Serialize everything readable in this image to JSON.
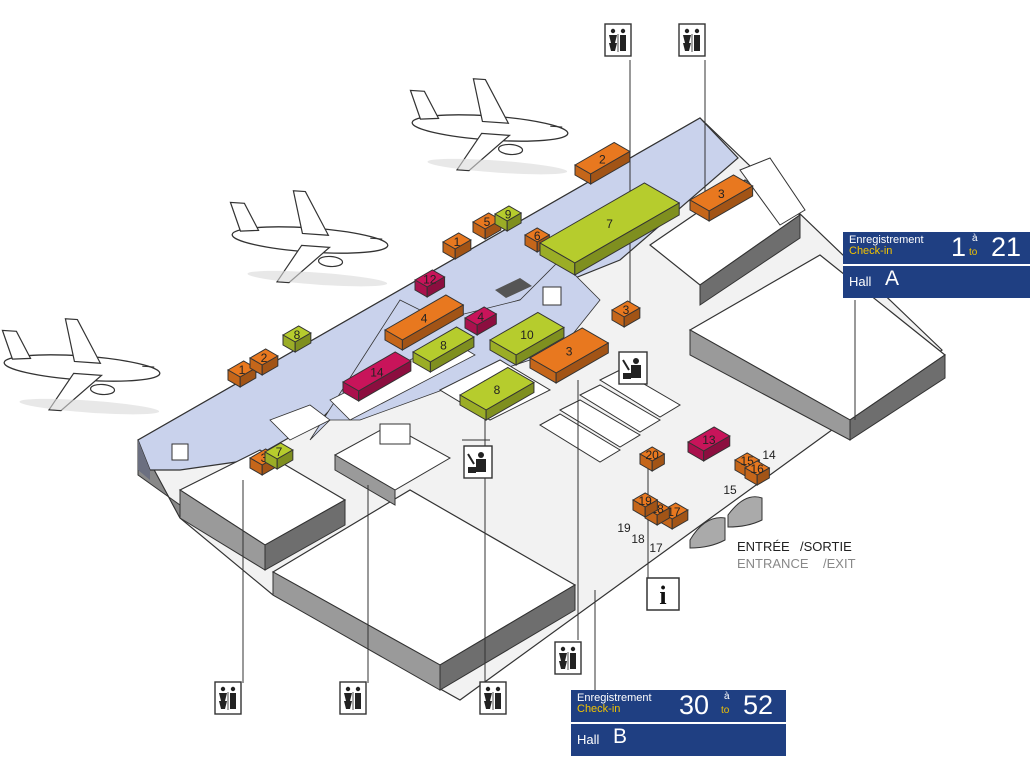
{
  "colors": {
    "orange": "#e8781f",
    "lime": "#b6cc2d",
    "magenta": "#c8145a",
    "floor": "#c9d2ec",
    "hall_sign": "#1f3f82",
    "checkin_yellow": "#f2c300"
  },
  "icons": [
    "airplane",
    "toilet-icon",
    "info-icon",
    "customs-icon"
  ],
  "hall_a": {
    "enr": "Enregistrement",
    "chk": "Check-in",
    "from": "1",
    "a": "à",
    "to": "to",
    "until": "21",
    "hall": "Hall",
    "letter": "A"
  },
  "hall_b": {
    "enr": "Enregistrement",
    "chk": "Check-in",
    "from": "30",
    "a": "à",
    "to": "to",
    "until": "52",
    "hall": "Hall",
    "letter": "B"
  },
  "entrance": {
    "fr_a": "ENTRÉE",
    "fr_b": "/SORTIE",
    "en_a": "ENTRANCE",
    "en_b": "/EXIT"
  },
  "info_glyph": "i",
  "labels": {
    "orange": [
      "2",
      "3",
      "1",
      "5",
      "6",
      "3",
      "4",
      "3",
      "1",
      "2",
      "3",
      "20",
      "17",
      "18",
      "19",
      "15",
      "16"
    ],
    "lime": [
      "9",
      "7",
      "8",
      "8",
      "10",
      "8",
      "7"
    ],
    "magenta": [
      "12",
      "4",
      "14",
      "13"
    ],
    "plain": [
      "14",
      "15",
      "17",
      "18",
      "19"
    ]
  }
}
